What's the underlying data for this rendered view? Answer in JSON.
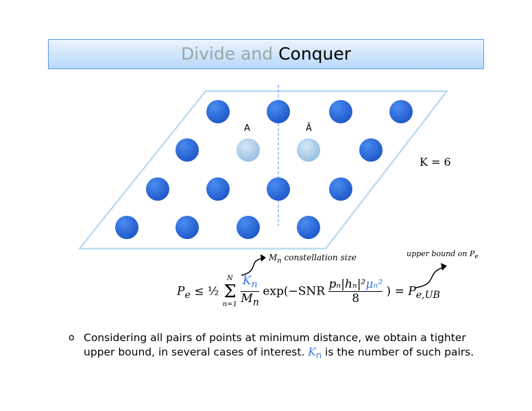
{
  "title": {
    "light": "Divide and",
    "dark": "Conquer"
  },
  "figure": {
    "label_a": "A",
    "label_a_hat": "Â",
    "k_label": "K = 6"
  },
  "annotations": {
    "mn": "M",
    "mn_sub": "n",
    "mn_text": " constellation size",
    "upper": "upper bound on P",
    "upper_sub": "e"
  },
  "equation": {
    "lhs": "P",
    "lhs_sub": "e",
    "leq": " ≤ ",
    "half": "½",
    "sum": "Σ",
    "sum_top": "N",
    "sum_bottom": "n=1",
    "kn": "K",
    "kn_sub": "n",
    "mn": "M",
    "mn_sub": "n",
    "exp": "exp(−SNR ",
    "frac_num": "pₙ|hₙ|²",
    "mu": "μₙ²",
    "frac_den": "8",
    "close": ") = ",
    "rhs": "P",
    "rhs_sub": "e,UB"
  },
  "bullet": {
    "marker": "o",
    "text1": "Considering all pairs of points at minimum distance, we obtain a tighter upper bound, in several cases of interest. ",
    "kn": "K",
    "kn_sub": "n",
    "text2": " is the number of such pairs."
  },
  "colors": {
    "dot": "#2f6fe0",
    "dot_light": "#a9cbea",
    "accent": "#3a78e6"
  }
}
